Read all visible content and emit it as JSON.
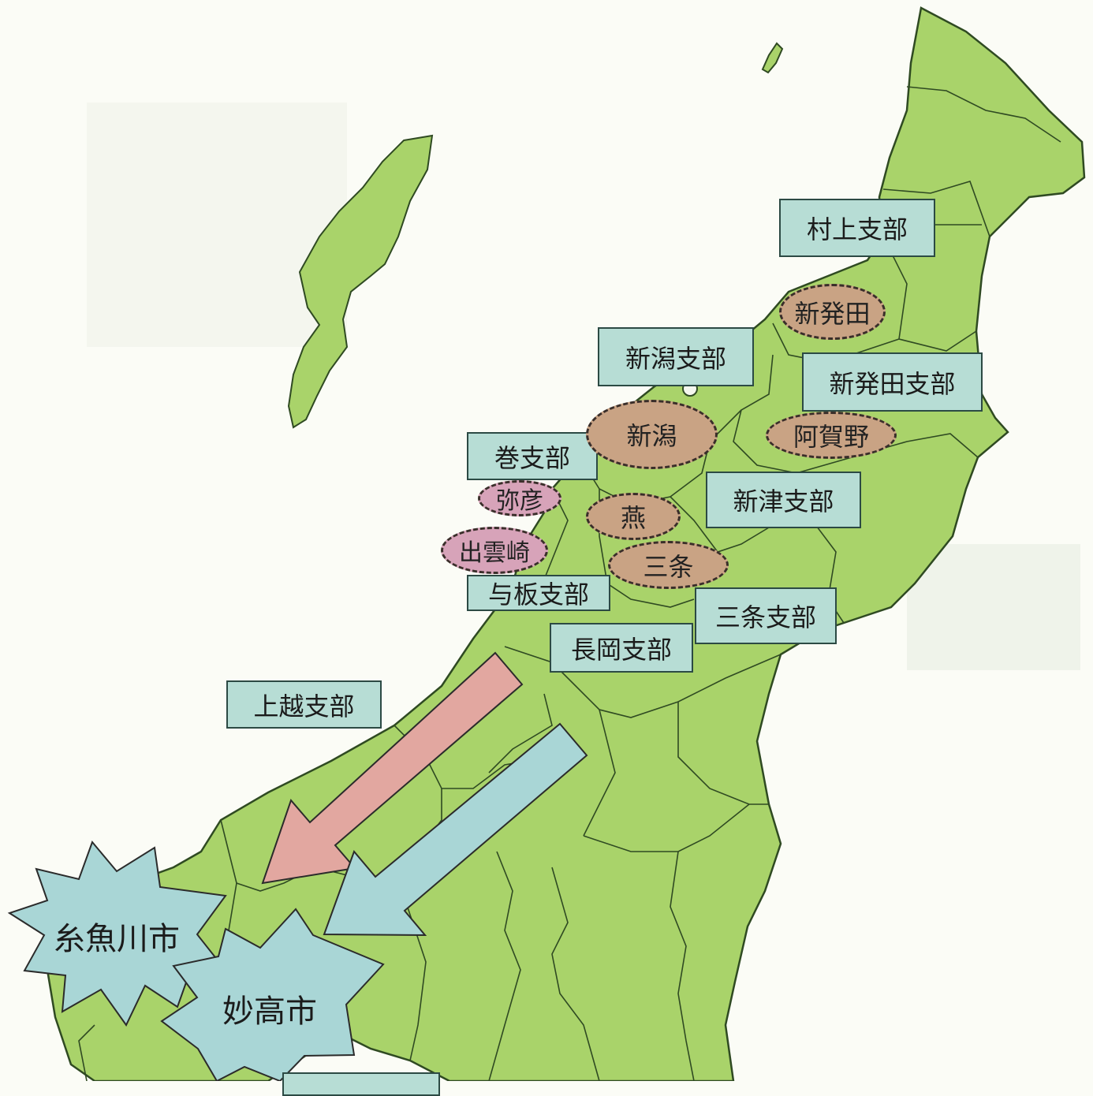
{
  "map": {
    "colors": {
      "land": "#a9d36a",
      "border": "#2f4a22",
      "branch_box": "#b7ddd5",
      "city_brown": "#c9a384",
      "city_pink": "#d7a3b9",
      "arrow_red": "#e2a7a0",
      "arrow_blue": "#a9d6d6",
      "burst": "#a9d6d6"
    },
    "branches": {
      "murakami": "村上支部",
      "niigata": "新潟支部",
      "shibata": "新発田支部",
      "maki": "巻支部",
      "niitsu": "新津支部",
      "yoita": "与板支部",
      "sanjo": "三条支部",
      "nagaoka": "長岡支部",
      "joetsu": "上越支部"
    },
    "cities": {
      "shibata": "新発田",
      "niigata": "新潟",
      "agano": "阿賀野",
      "yahiko": "弥彦",
      "tsubame": "燕",
      "izumozaki": "出雲崎",
      "sanjo": "三条"
    },
    "targets": {
      "itoigawa": "糸魚川市",
      "myoko": "妙高市"
    }
  }
}
